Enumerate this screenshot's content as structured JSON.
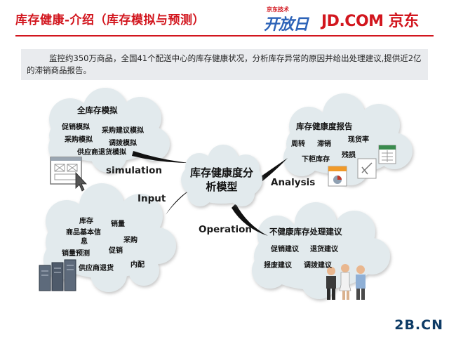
{
  "header": {
    "title": "库存健康-介绍（库存模拟与预测）",
    "logo_kaifang_small": "京东技术",
    "logo_kaifang_big": "开放日",
    "logo_jd": "JD.COM 京东"
  },
  "intro": "监控约350万商品，全国41个配送中心的库存健康状况，分析库存异常的原因并给出处理建议,提供近2亿的滞销商品报告。",
  "center": {
    "line1": "库存健康度分",
    "line2": "析模型"
  },
  "connectors": {
    "simulation": "simulation",
    "input": "Input",
    "analysis": "Analysis",
    "operation": "Operation"
  },
  "cloud_simulation": {
    "title": "全库存模拟",
    "items": [
      "促销模拟",
      "采购建议模拟",
      "采购模拟",
      "调拨模拟",
      "供应商退货模拟"
    ]
  },
  "cloud_input": {
    "items": [
      "库存",
      "销量",
      "商品基本信",
      "息",
      "采购",
      "促销",
      "销量预测",
      "内配",
      "供应商退货"
    ]
  },
  "cloud_report": {
    "title": "库存健康度报告",
    "items": [
      "周转",
      "滞销",
      "现货率",
      "下柜库存",
      "残损"
    ]
  },
  "cloud_operation": {
    "title": "不健康库存处理建议",
    "items": [
      "促销建议",
      "退货建议",
      "报废建议",
      "调拨建议"
    ]
  },
  "watermark": "2B.CN",
  "colors": {
    "brand_red": "#d2161e",
    "cloud_fill": "#e2eaed",
    "connector": "#111111"
  }
}
